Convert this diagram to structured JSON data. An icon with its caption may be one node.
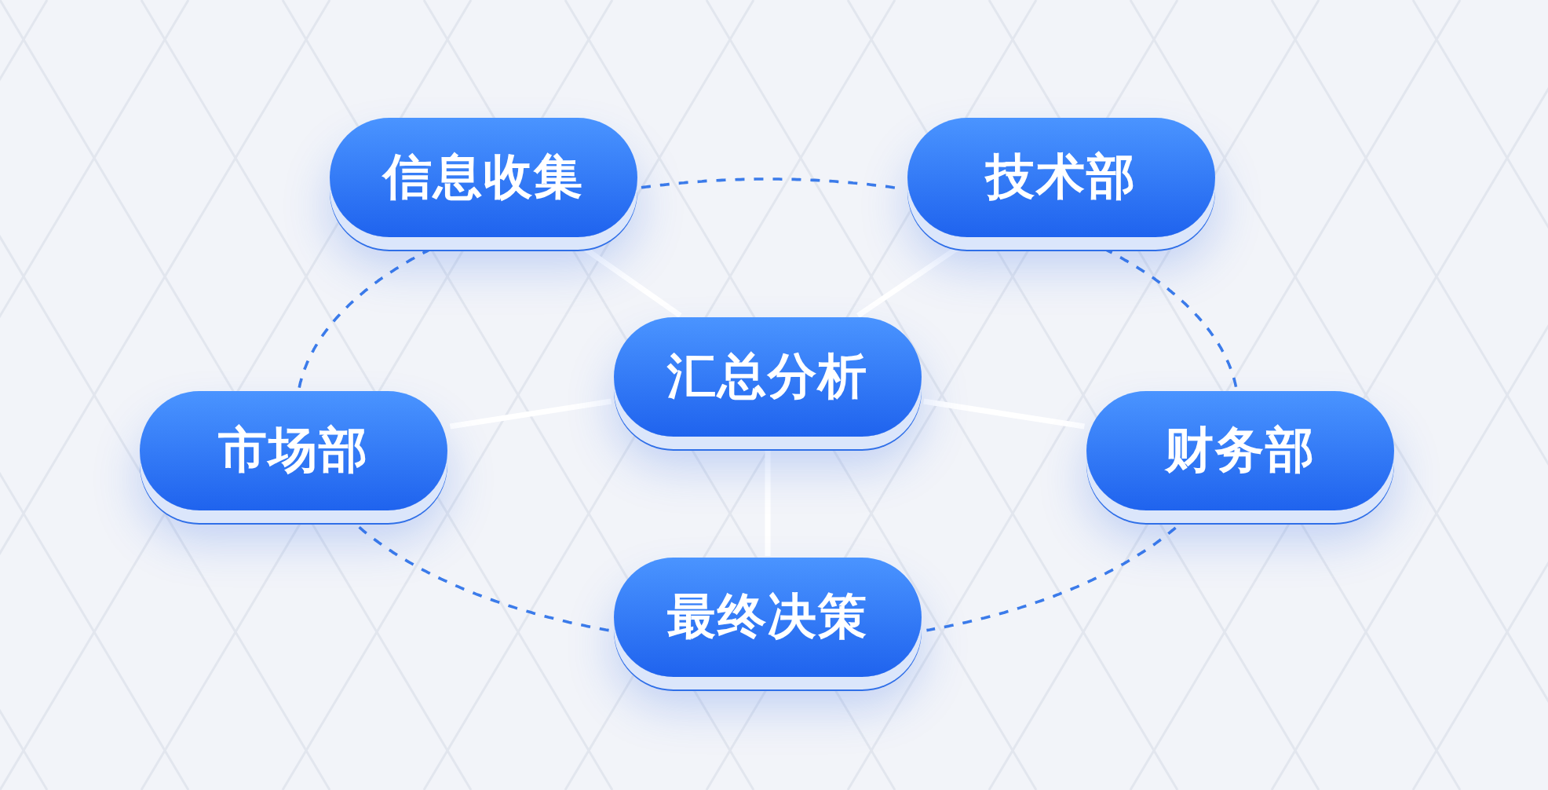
{
  "diagram": {
    "nodes": [
      {
        "text": [
          "汇总分析"
        ]
      },
      {
        "text": [
          "信息收集"
        ]
      },
      {
        "text": [
          "技术部"
        ]
      },
      {
        "text": [
          "市场部"
        ]
      },
      {
        "text": [
          "财务部"
        ]
      },
      {
        "text": [
          "最终决策"
        ]
      }
    ],
    "edges": [
      {
        "from": 0,
        "to": 1,
        "arrow": "none",
        "style": "thick",
        "color": "#ffffff"
      },
      {
        "from": 0,
        "to": 2,
        "arrow": "none",
        "style": "thick",
        "color": "#ffffff"
      },
      {
        "from": 0,
        "to": 3,
        "arrow": "none",
        "style": "thick",
        "color": "#ffffff"
      },
      {
        "from": 0,
        "to": 4,
        "arrow": "none",
        "style": "thick",
        "color": "#ffffff"
      },
      {
        "from": 0,
        "to": 5,
        "arrow": "none",
        "style": "thick",
        "color": "#ffffff"
      },
      {
        "from": 1,
        "to": 2,
        "arrow": "none",
        "style": "dashed",
        "color": "#3b7bea"
      },
      {
        "from": 2,
        "to": 4,
        "arrow": "none",
        "style": "dashed",
        "color": "#3b7bea"
      },
      {
        "from": 4,
        "to": 5,
        "arrow": "none",
        "style": "dashed",
        "color": "#3b7bea"
      },
      {
        "from": 5,
        "to": 3,
        "arrow": "none",
        "style": "dashed",
        "color": "#3b7bea"
      },
      {
        "from": 3,
        "to": 1,
        "arrow": "none",
        "style": "dashed",
        "color": "#3b7bea"
      }
    ]
  }
}
